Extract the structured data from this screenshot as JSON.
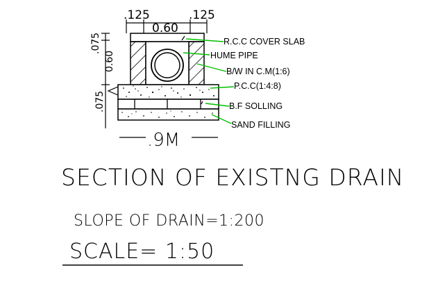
{
  "dimensions": {
    "left_offset": ".125",
    "right_offset": ".125",
    "inner_width": "0.60",
    "top_thickness": ".075",
    "inner_height": "0.60",
    "base_thickness": ".075",
    "total_width": ".9M"
  },
  "labels": {
    "cover_slab": "R.C.C COVER SLAB",
    "hume_pipe": "HUME PIPE",
    "brickwork": "B/W IN C.M(1:6)",
    "pcc": "P.C.C(1:4:8)",
    "bf_solling": "B.F SOLLING",
    "sand_filling": "SAND FILLING"
  },
  "title": "SECTION OF EXISTNG DRAIN",
  "slope": "SLOPE OF DRAIN=1:200",
  "scale": "SCALE= 1:50",
  "colors": {
    "leader": "#00c000",
    "line": "#000000",
    "background": "#ffffff"
  }
}
